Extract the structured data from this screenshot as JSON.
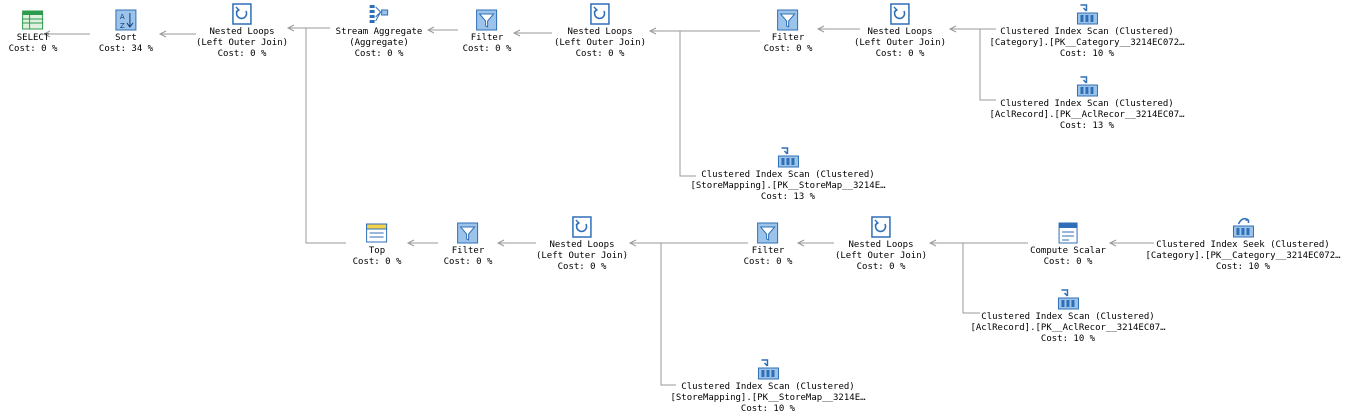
{
  "colors": {
    "edge": "#9a9a9a",
    "icon_blue": "#2f6fb7",
    "icon_blue_light": "#9cc3ea",
    "icon_green": "#2e9a4e",
    "icon_yellow": "#f1d24a",
    "text": "#000000"
  },
  "nodes": [
    {
      "id": "select",
      "icon": "select-icon",
      "title": "SELECT",
      "subtitle": "",
      "cost": "Cost: 0 %"
    },
    {
      "id": "sort",
      "icon": "sort-icon",
      "title": "Sort",
      "subtitle": "",
      "cost": "Cost: 34 %"
    },
    {
      "id": "nl1",
      "icon": "nested-loops-icon",
      "title": "Nested Loops",
      "subtitle": "(Left Outer Join)",
      "cost": "Cost: 0 %"
    },
    {
      "id": "sa",
      "icon": "stream-aggregate-icon",
      "title": "Stream Aggregate",
      "subtitle": "(Aggregate)",
      "cost": "Cost: 0 %"
    },
    {
      "id": "filter1",
      "icon": "filter-icon",
      "title": "Filter",
      "subtitle": "",
      "cost": "Cost: 0 %"
    },
    {
      "id": "nl2",
      "icon": "nested-loops-icon",
      "title": "Nested Loops",
      "subtitle": "(Left Outer Join)",
      "cost": "Cost: 0 %"
    },
    {
      "id": "filter2",
      "icon": "filter-icon",
      "title": "Filter",
      "subtitle": "",
      "cost": "Cost: 0 %"
    },
    {
      "id": "nl3",
      "icon": "nested-loops-icon",
      "title": "Nested Loops",
      "subtitle": "(Left Outer Join)",
      "cost": "Cost: 0 %"
    },
    {
      "id": "cis1",
      "icon": "clustered-index-scan-icon",
      "title": "Clustered Index Scan (Clustered)",
      "subtitle": "[Category].[PK__Category__3214EC072…",
      "cost": "Cost: 10 %"
    },
    {
      "id": "cis2",
      "icon": "clustered-index-scan-icon",
      "title": "Clustered Index Scan (Clustered)",
      "subtitle": "[AclRecord].[PK__AclRecor__3214EC07…",
      "cost": "Cost: 13 %"
    },
    {
      "id": "cis3",
      "icon": "clustered-index-scan-icon",
      "title": "Clustered Index Scan (Clustered)",
      "subtitle": "[StoreMapping].[PK__StoreMap__3214E…",
      "cost": "Cost: 13 %"
    },
    {
      "id": "top",
      "icon": "top-icon",
      "title": "Top",
      "subtitle": "",
      "cost": "Cost: 0 %"
    },
    {
      "id": "filter3",
      "icon": "filter-icon",
      "title": "Filter",
      "subtitle": "",
      "cost": "Cost: 0 %"
    },
    {
      "id": "nl4",
      "icon": "nested-loops-icon",
      "title": "Nested Loops",
      "subtitle": "(Left Outer Join)",
      "cost": "Cost: 0 %"
    },
    {
      "id": "filter4",
      "icon": "filter-icon",
      "title": "Filter",
      "subtitle": "",
      "cost": "Cost: 0 %"
    },
    {
      "id": "nl5",
      "icon": "nested-loops-icon",
      "title": "Nested Loops",
      "subtitle": "(Left Outer Join)",
      "cost": "Cost: 0 %"
    },
    {
      "id": "cs",
      "icon": "compute-scalar-icon",
      "title": "Compute Scalar",
      "subtitle": "",
      "cost": "Cost: 0 %"
    },
    {
      "id": "cisk",
      "icon": "clustered-index-seek-icon",
      "title": "Clustered Index Seek (Clustered)",
      "subtitle": "[Category].[PK__Category__3214EC072…",
      "cost": "Cost: 10 %"
    },
    {
      "id": "cis4",
      "icon": "clustered-index-scan-icon",
      "title": "Clustered Index Scan (Clustered)",
      "subtitle": "[AclRecord].[PK__AclRecor__3214EC07…",
      "cost": "Cost: 10 %"
    },
    {
      "id": "cis5",
      "icon": "clustered-index-scan-icon",
      "title": "Clustered Index Scan (Clustered)",
      "subtitle": "[StoreMapping].[PK__StoreMap__3214E…",
      "cost": "Cost: 10 %"
    }
  ]
}
